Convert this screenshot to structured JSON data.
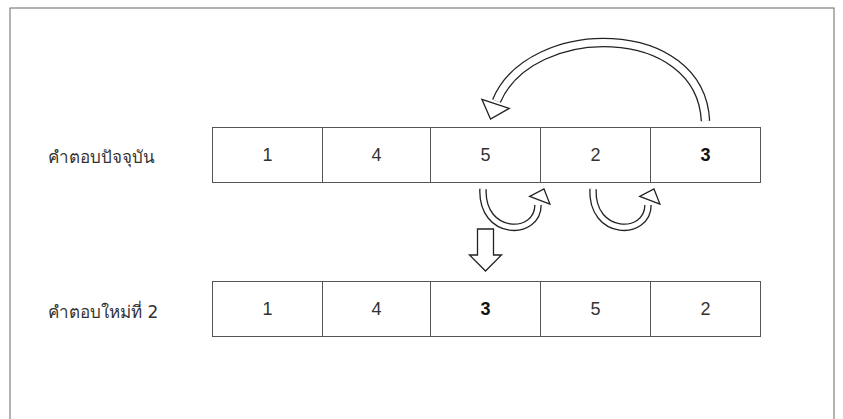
{
  "diagram": {
    "nodes": [
      {
        "text": [
          "1"
        ]
      },
      {
        "text": [
          "4"
        ]
      },
      {
        "text": [
          "5"
        ]
      },
      {
        "text": [
          "2"
        ]
      },
      {
        "text": [
          "3"
        ]
      },
      {
        "text": [
          "1"
        ]
      },
      {
        "text": [
          "4"
        ]
      },
      {
        "text": [
          "3"
        ]
      },
      {
        "text": [
          "5"
        ]
      },
      {
        "text": [
          "2"
        ]
      }
    ],
    "edges": [
      {
        "from": 4,
        "to": 2,
        "arrow": "to"
      },
      {
        "from": 2,
        "to": 3,
        "arrow": "to"
      },
      {
        "from": 3,
        "to": 4,
        "arrow": "to"
      },
      {
        "from": 2,
        "to": 7,
        "arrow": "to"
      }
    ],
    "labels": [
      "คำตอบปัจจุบัน",
      "คำตอบใหม่ที่ 2"
    ]
  }
}
